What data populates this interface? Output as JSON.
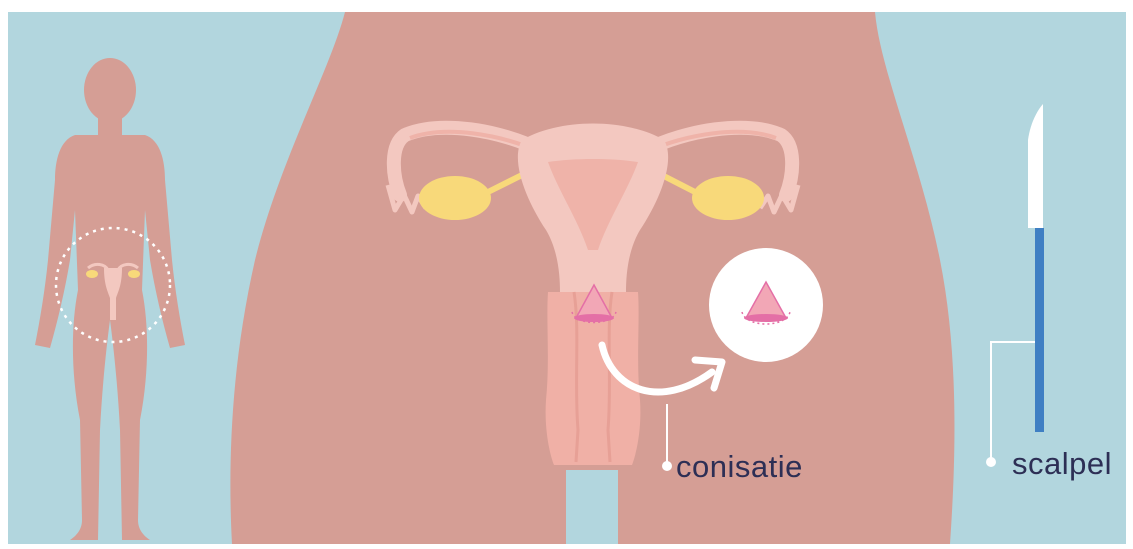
{
  "labels": {
    "conisatie": "conisatie",
    "scalpel": "scalpel"
  },
  "colors": {
    "background": "#b2d6de",
    "body": "#d59e95",
    "uterus_light": "#f3c8c0",
    "uterus_mid": "#efb3a9",
    "cervix": "#f0b0a6",
    "ovary": "#f8d97a",
    "highlight_pink": "#e46fa6",
    "scalpel_handle": "#3f7fc3",
    "scalpel_blade": "#ffffff",
    "arrow": "#ffffff",
    "text": "#2d2f55"
  },
  "icons": [
    "female-silhouette-icon",
    "uterus-illustration",
    "curved-arrow-icon",
    "cone-specimen-icon",
    "scalpel-icon"
  ]
}
